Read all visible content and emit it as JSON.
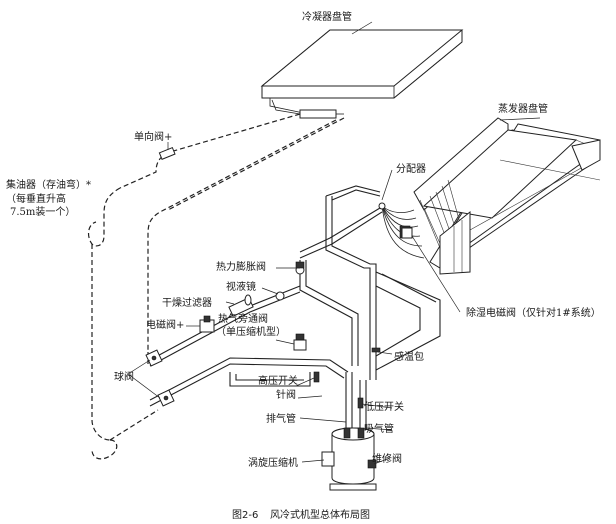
{
  "labels": {
    "condenser": "冷凝器盘管",
    "evaporator": "蒸发器盘管",
    "check_valve": "单向阀+",
    "oil_trap_1": "集油器（存油弯）*",
    "oil_trap_2": "（每垂直升高",
    "oil_trap_3": "7.5m装一个）",
    "distributor": "分配器",
    "expansion_valve": "热力膨胀阀",
    "sight_glass": "视液镜",
    "filter_drier": "干燥过滤器",
    "solenoid_valve": "电磁阀+",
    "hot_gas_bypass_1": "热气旁通阀",
    "hot_gas_bypass_2": "（单压缩机型）",
    "dehumid_valve": "除湿电磁阀（仅针对1#系统）",
    "sensing_bulb": "感温包",
    "ball_valve": "球阀",
    "high_pressure_switch": "高压开关",
    "needle_valve": "针阀",
    "low_pressure_switch": "低压开关",
    "discharge_pipe": "排气管",
    "suction_pipe": "吸气管",
    "service_valve": "维修阀",
    "scroll_compressor": "涡旋压缩机"
  },
  "caption": {
    "number": "图2-6",
    "title": "风冷式机型总体布局图"
  }
}
